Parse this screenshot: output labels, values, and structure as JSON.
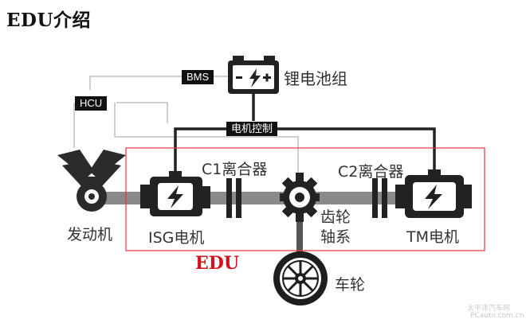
{
  "title": "EDU介绍",
  "labels": {
    "bms": "BMS",
    "hcu": "HCU",
    "battery": "锂电池组",
    "battery_symbol": "- + +",
    "motor_control": "电机控制",
    "c1_clutch": "C1离合器",
    "c2_clutch": "C2离合器",
    "engine": "发动机",
    "isg_motor": "ISG电机",
    "gear_shaft_line1": "齿轮",
    "gear_shaft_line2": "轴系",
    "tm_motor": "TM电机",
    "edu": "EDU",
    "wheel": "车轮"
  },
  "watermark": {
    "line1": "太平洋汽车网",
    "line2": "PCauto.com.cn"
  },
  "colors": {
    "edu_box": "#e2363c",
    "edu_text": "#d0131b",
    "wire_dark": "#222222",
    "wire_light": "#bfbfbf",
    "shaft": "#8a8a8a"
  }
}
